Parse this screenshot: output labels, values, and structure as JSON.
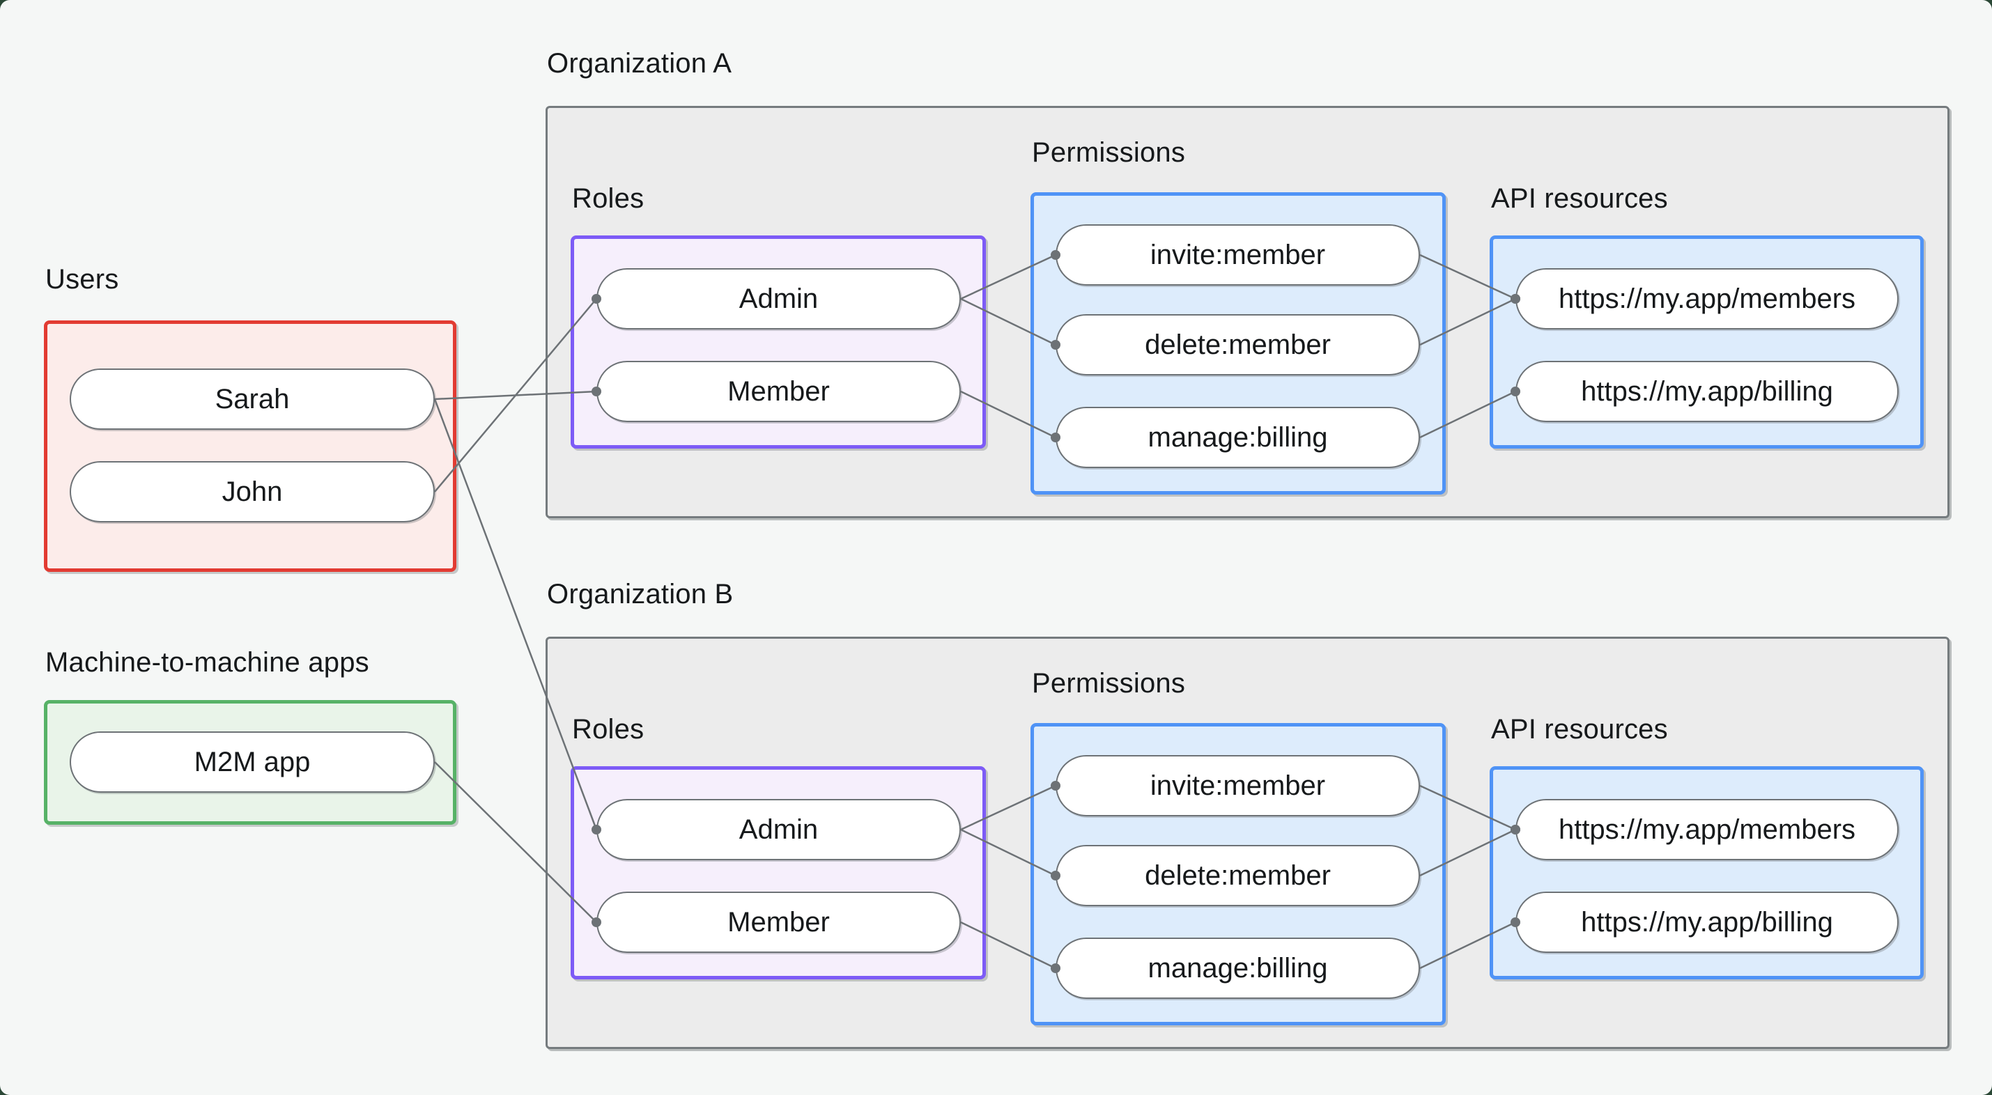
{
  "labels": {
    "users": "Users",
    "m2m": "Machine-to-machine apps",
    "org_a": "Organization A",
    "org_b": "Organization B",
    "roles_a": "Roles",
    "roles_b": "Roles",
    "permissions_a": "Permissions",
    "permissions_b": "Permissions",
    "api_a": "API resources",
    "api_b": "API resources"
  },
  "nodes": {
    "sarah": "Sarah",
    "john": "John",
    "m2m-app": "M2M app",
    "admin-a": "Admin",
    "member-a": "Member",
    "invite-a": "invite:member",
    "delete-a": "delete:member",
    "manage-a": "manage:billing",
    "members-a": "https://my.app/members",
    "billing-a": "https://my.app/billing",
    "admin-b": "Admin",
    "member-b": "Member",
    "invite-b": "invite:member",
    "delete-b": "delete:member",
    "manage-b": "manage:billing",
    "members-b": "https://my.app/members",
    "billing-b": "https://my.app/billing"
  },
  "edges": [
    {
      "from": "john",
      "to": "admin-a"
    },
    {
      "from": "sarah",
      "to": "member-a"
    },
    {
      "from": "sarah",
      "to": "admin-b"
    },
    {
      "from": "m2m-app",
      "to": "member-b"
    },
    {
      "from": "admin-a",
      "to": "invite-a"
    },
    {
      "from": "admin-a",
      "to": "delete-a"
    },
    {
      "from": "member-a",
      "to": "manage-a"
    },
    {
      "from": "invite-a",
      "to": "members-a"
    },
    {
      "from": "delete-a",
      "to": "members-a"
    },
    {
      "from": "manage-a",
      "to": "billing-a"
    },
    {
      "from": "admin-b",
      "to": "invite-b"
    },
    {
      "from": "admin-b",
      "to": "delete-b"
    },
    {
      "from": "member-b",
      "to": "manage-b"
    },
    {
      "from": "invite-b",
      "to": "members-b"
    },
    {
      "from": "delete-b",
      "to": "members-b"
    },
    {
      "from": "manage-b",
      "to": "billing-b"
    }
  ],
  "colors": {
    "page_bg": "#f5f7f6",
    "backdrop": "#2b4836",
    "text": "#16191b",
    "edge_line": "#6d7276",
    "node_border": "#6d7276",
    "org_border": "#757b7e",
    "org_fill": "#ececec",
    "users_border": "#e23b32",
    "users_fill": "#fcecea",
    "m2m_border": "#57b267",
    "m2m_fill": "#e9f4e9",
    "roles_border": "#7d5bf6",
    "roles_fill": "#f6effc",
    "permissions_border": "#4f93f6",
    "permissions_fill": "#ddecfc"
  }
}
